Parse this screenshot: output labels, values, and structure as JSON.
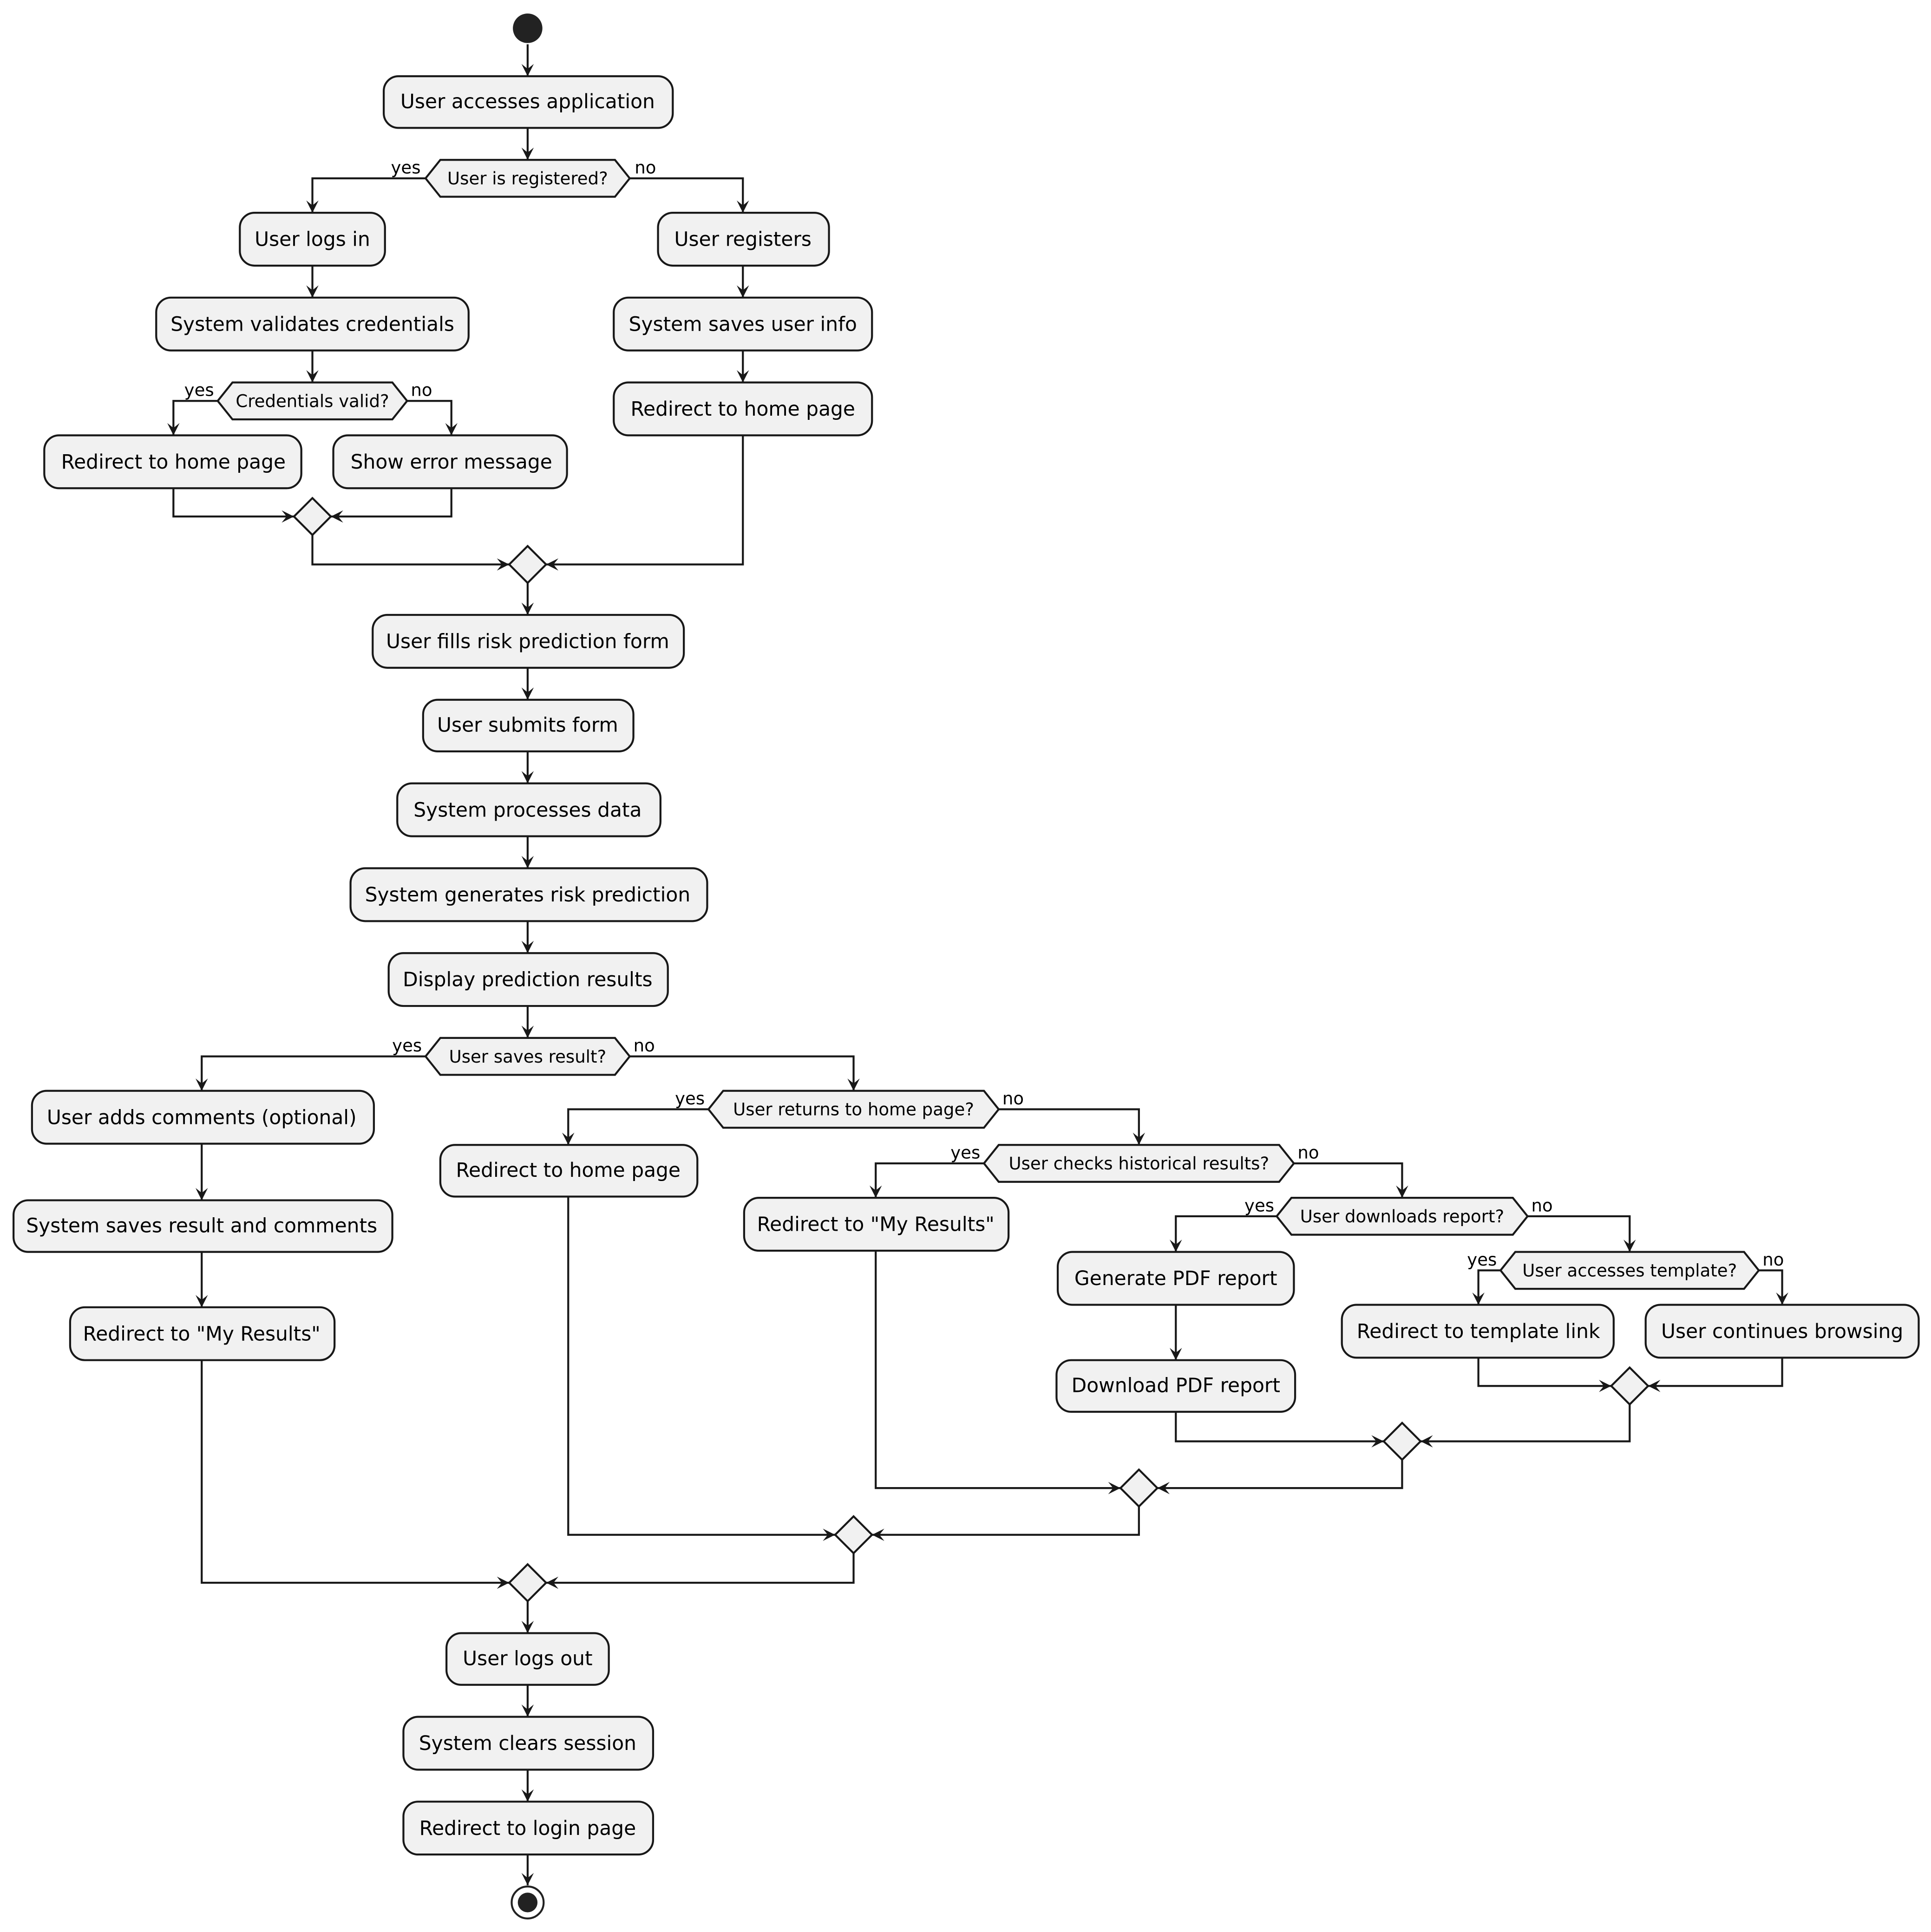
{
  "diagram": {
    "activities": {
      "access_app": "User accesses application",
      "logs_in": "User logs in",
      "validates": "System validates credentials",
      "redirect_home_login": "Redirect to home page",
      "show_error": "Show error message",
      "registers": "User registers",
      "saves_user_info": "System saves user info",
      "redirect_home_register": "Redirect to home page",
      "fills_form": "User fills risk prediction form",
      "submits_form": "User submits form",
      "processes_data": "System processes data",
      "generates_prediction": "System generates risk prediction",
      "display_results": "Display prediction results",
      "adds_comments": "User adds comments (optional)",
      "saves_result": "System saves result and comments",
      "redirect_my_results_save": "Redirect to \"My Results\"",
      "redirect_home_return": "Redirect to home page",
      "redirect_my_results_hist": "Redirect to \"My Results\"",
      "generate_pdf": "Generate PDF report",
      "download_pdf": "Download PDF report",
      "redirect_template": "Redirect to template link",
      "continues_browsing": "User continues browsing",
      "logs_out": "User logs out",
      "clears_session": "System clears session",
      "redirect_login": "Redirect to login page"
    },
    "decisions": {
      "registered": "User is registered?",
      "credentials_valid": "Credentials valid?",
      "saves_result": "User saves result?",
      "returns_home": "User returns to home page?",
      "checks_history": "User checks historical results?",
      "downloads_report": "User downloads report?",
      "accesses_template": "User accesses template?"
    },
    "guards": {
      "yes": "yes",
      "no": "no"
    }
  }
}
